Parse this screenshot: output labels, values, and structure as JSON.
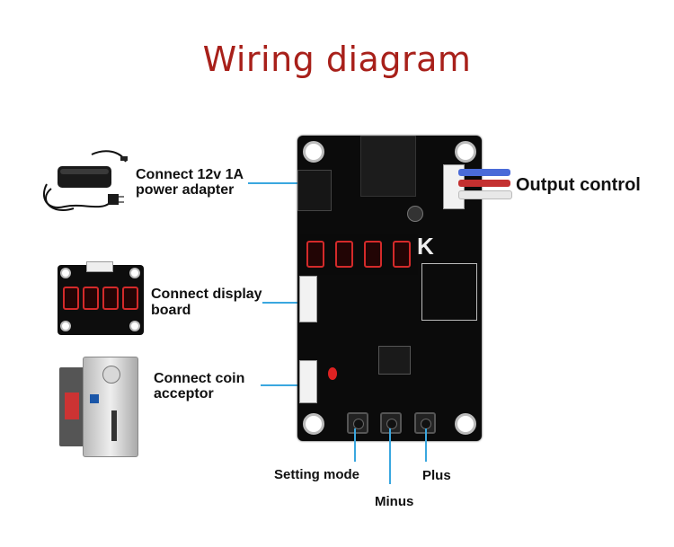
{
  "title": "Wiring diagram",
  "labels": {
    "power_line1": "Connect 12v 1A",
    "power_line2": "power adapter",
    "output": "Output control",
    "display_line1": "Connect display",
    "display_line2": "board",
    "coin_line1": "Connect coin",
    "coin_line2": "acceptor",
    "setting": "Setting mode",
    "minus": "Minus",
    "plus": "Plus"
  },
  "colors": {
    "title": "#a8201a",
    "pointer_line": "#3aa7df",
    "board": "#0b0b0b",
    "digit": "#d42a2a"
  }
}
